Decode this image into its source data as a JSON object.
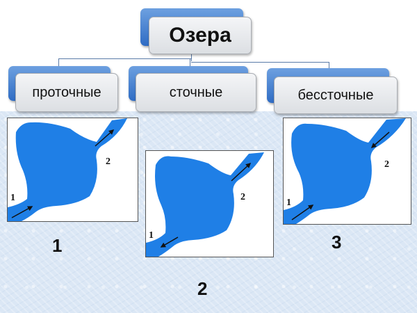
{
  "diagram": {
    "root": {
      "label": "Озера"
    },
    "categories": [
      {
        "label": "проточные"
      },
      {
        "label": "сточные"
      },
      {
        "label": "бессточные"
      }
    ],
    "panels": [
      {
        "caption": "1",
        "inlet_label": "1",
        "outlet_label": "2",
        "flow": "inflow at 1, outflow at 2"
      },
      {
        "caption": "2",
        "inlet_label": "1",
        "outlet_label": "2",
        "flow": "outflow at 1 and outflow at 2"
      },
      {
        "caption": "3",
        "inlet_label": "1",
        "outlet_label": "2",
        "flow": "inflow at 1 and inflow at 2"
      }
    ],
    "colors": {
      "water": "#1f7fe6",
      "node_accent": "#2f6cc4",
      "background": "#dbe7f5"
    }
  }
}
